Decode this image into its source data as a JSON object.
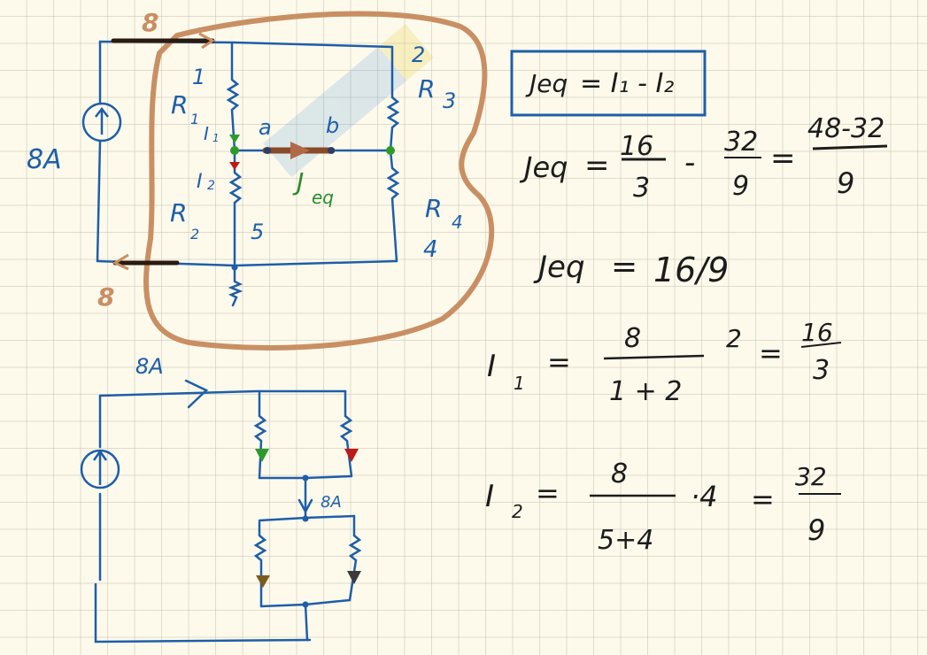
{
  "colors": {
    "ink_blue": "#1f5ea8",
    "ink_dark": "#1c1c1c",
    "ink_green": "#2c8a2c",
    "ink_orange": "#c98f63",
    "arrow_green": "#2e9a2e",
    "arrow_red": "#c01818",
    "arrow_brown": "#7a5c1e",
    "arrow_gray": "#3a3a3a",
    "paper": "#fdfaec"
  },
  "circuit_top": {
    "source_label": "8A",
    "source_icon": "current-source-up-arrow",
    "top_current": "8",
    "bottom_current": "8",
    "r1_label": "R",
    "r1_sub": "1",
    "r1_value": "1",
    "r2_label": "R",
    "r2_sub": "2",
    "r2_value": "5",
    "r3_label": "R",
    "r3_sub": "3",
    "r3_value": "2",
    "r4_label": "R",
    "r4_sub": "4",
    "r4_value": "4",
    "i1_label": "I",
    "i1_sub": "1",
    "i2_label": "I",
    "i2_sub": "2",
    "node_a": "a",
    "node_b": "b",
    "jeq_label": "J",
    "jeq_sub": "eq"
  },
  "circuit_bottom": {
    "source_current": "8A",
    "middle_current": "8A"
  },
  "equations": {
    "boxed": {
      "lhs": "Jeq",
      "rhs": "= I₁ - I₂"
    },
    "jeq_expand": {
      "lhs": "Jeq",
      "term1_num": "16",
      "term1_den": "3",
      "minus": "-",
      "term2_num": "32",
      "term2_den": "9",
      "result_num": "48-32",
      "result_den": "9"
    },
    "jeq_result": {
      "lhs": "Jeq",
      "eq": "=",
      "value": "16/9"
    },
    "i1": {
      "lhs": "I",
      "sub": "1",
      "num": "8",
      "den": "1 + 2",
      "mult": "2",
      "result_num": "16",
      "result_den": "3"
    },
    "i2": {
      "lhs": "I",
      "sub": "2",
      "num": "8",
      "den": "5+4",
      "mult": "·4",
      "result_num": "32",
      "result_den": "9"
    }
  }
}
